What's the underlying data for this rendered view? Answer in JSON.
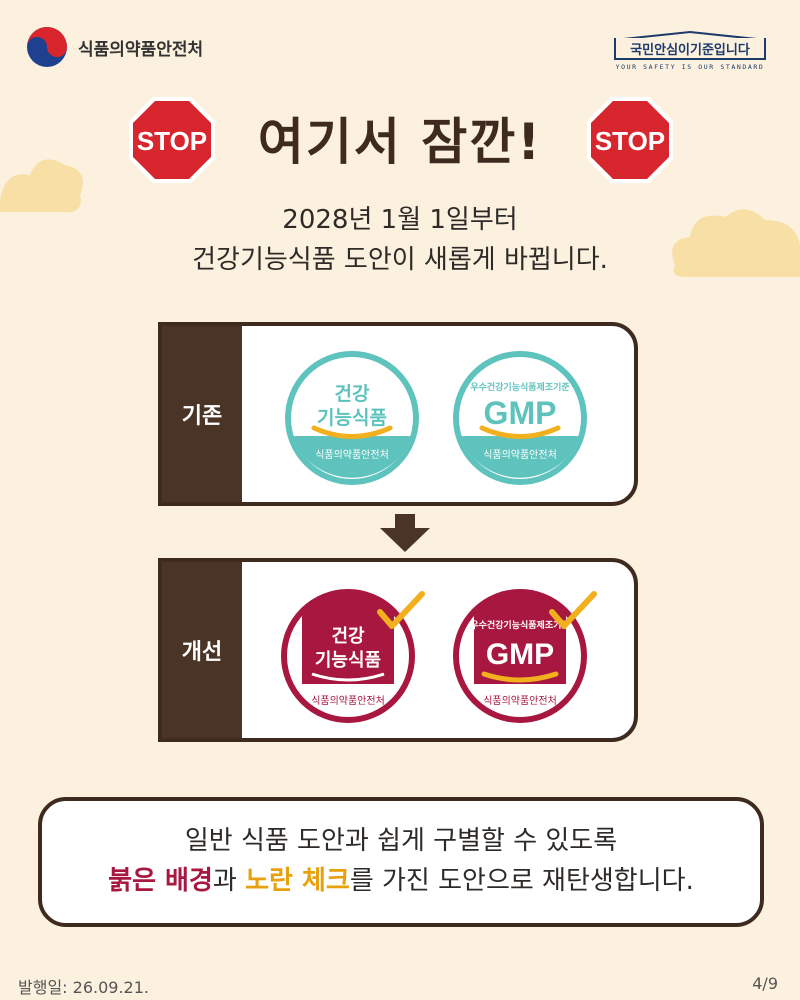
{
  "header": {
    "org_name": "식품의약품안전처"
  },
  "slogan": {
    "prefix": "국민 ",
    "highlight1": "안심",
    "mid": "이 ",
    "highlight2": "기준",
    "suffix": "입니다",
    "subtitle": "YOUR SAFETY IS OUR STANDARD"
  },
  "stop_sign": {
    "text": "STOP"
  },
  "title": "여기서 잠깐!",
  "intro": {
    "line1": "2028년 1월 1일부터",
    "line2": "건강기능식품 도안이 새롭게 바뀝니다."
  },
  "before": {
    "label": "기존",
    "mark1": {
      "line1": "건강",
      "line2": "기능식품",
      "footer": "식품의약품안전처"
    },
    "mark2": {
      "top": "우수건강기능식품제조기준",
      "main": "GMP",
      "footer": "식품의약품안전처"
    }
  },
  "after": {
    "label": "개선",
    "mark1": {
      "line1": "건강",
      "line2": "기능식품",
      "footer": "식품의약품안전처"
    },
    "mark2": {
      "top": "우수건강기능식품제조기준",
      "main": "GMP",
      "footer": "식품의약품안전처"
    }
  },
  "bottom": {
    "line1": "일반 식품 도안과 쉽게 구별할 수 있도록",
    "red_text": "붉은 배경",
    "connector": "과 ",
    "yellow_text": "노란 체크",
    "rest": "를 가진 도안으로 재탄생합니다."
  },
  "footer": {
    "date": "발행일: 26.09.21.",
    "page": "4/9"
  },
  "colors": {
    "background": "#fbf1de",
    "brown": "#3e2a1f",
    "teal": "#5fc3bd",
    "crimson": "#a8173f",
    "yellow": "#f2b01e"
  }
}
